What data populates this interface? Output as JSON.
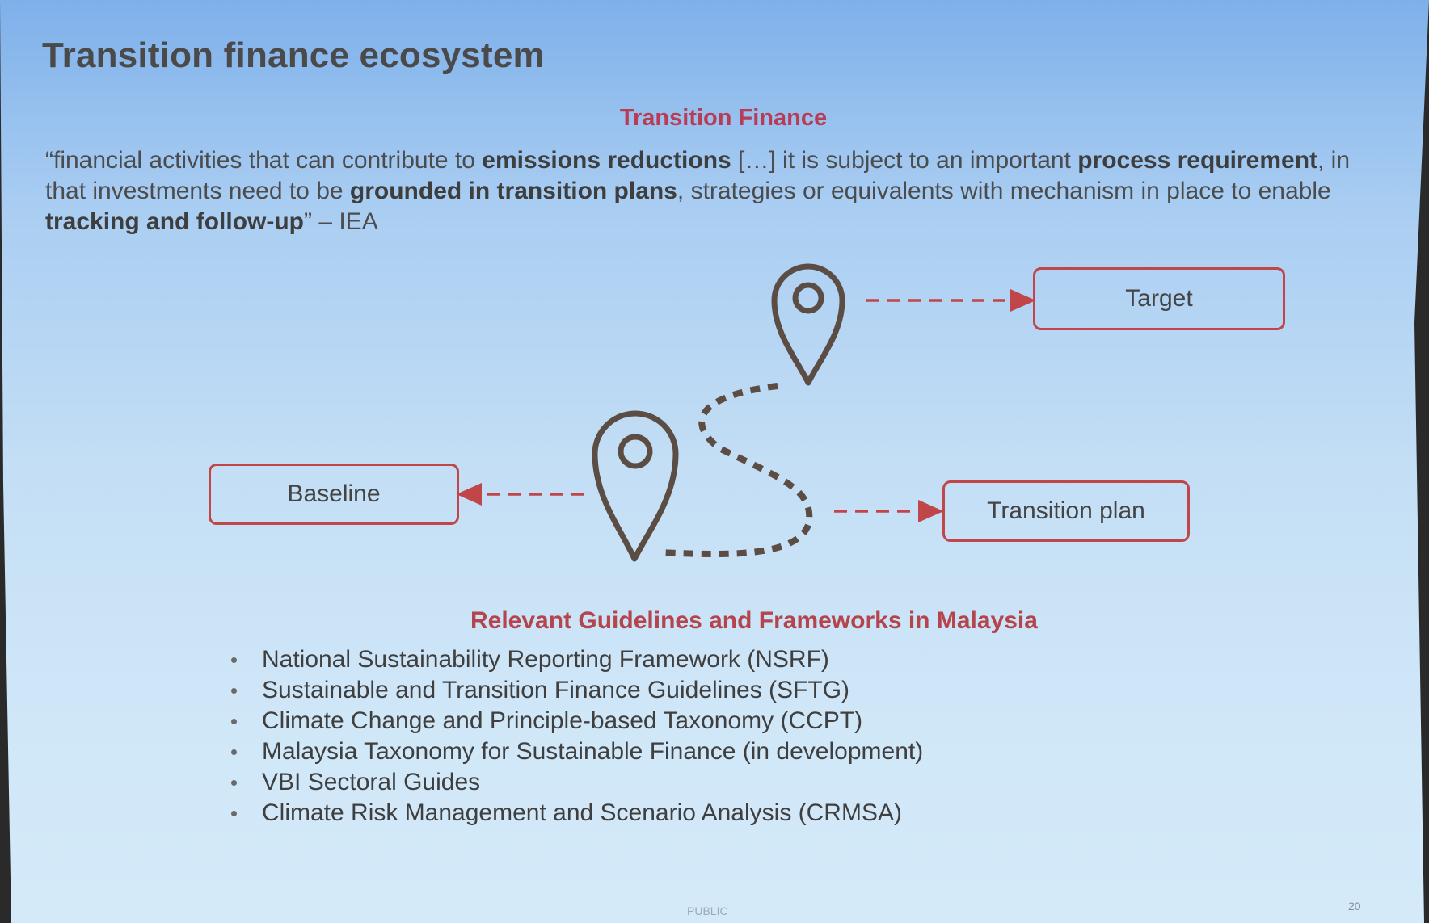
{
  "slide": {
    "title": "Transition finance ecosystem",
    "subtitle": "Transition Finance",
    "quote": [
      {
        "text": "“financial activities that can contribute to ",
        "bold": false
      },
      {
        "text": "emissions reductions",
        "bold": true
      },
      {
        "text": " […] it is subject to an important ",
        "bold": false
      },
      {
        "text": "process requirement",
        "bold": true
      },
      {
        "text": ", in that investments need to be ",
        "bold": false
      },
      {
        "text": "grounded in transition plans",
        "bold": true
      },
      {
        "text": ", strategies or equivalents with mechanism in place to enable ",
        "bold": false
      },
      {
        "text": "tracking and follow-up",
        "bold": true
      },
      {
        "text": "” – IEA",
        "bold": false
      }
    ]
  },
  "diagram": {
    "target_label": "Target",
    "baseline_label": "Baseline",
    "transition_plan_label": "Transition plan",
    "icons": [
      "location-pin-icon",
      "location-pin-icon"
    ],
    "colors": {
      "pin": "#5b4d44",
      "arrow": "#c0464a",
      "box_border": "#c0464a"
    }
  },
  "guidelines": {
    "heading": "Relevant Guidelines and Frameworks in Malaysia",
    "items": [
      "National Sustainability Reporting Framework (NSRF)",
      "Sustainable and Transition Finance Guidelines (SFTG)",
      "Climate Change and Principle-based Taxonomy (CCPT)",
      "Malaysia Taxonomy for Sustainable Finance (in development)",
      "VBI Sectoral Guides",
      "Climate Risk Management and Scenario Analysis (CRMSA)"
    ]
  },
  "footer": {
    "classification": "PUBLIC",
    "page_number": "20"
  }
}
